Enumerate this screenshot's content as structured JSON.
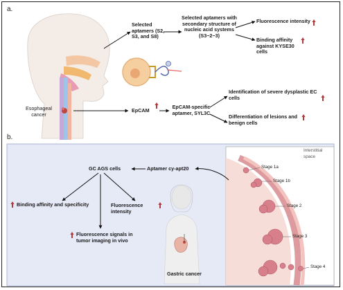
{
  "panel_a": {
    "label": "a.",
    "selected_aptamers": "Selected aptamers (S2, S3, and S8)",
    "secondary_structure": "Selected aptamers with secondary structure of nucleic acid systems (S3−2−3)",
    "fluorescence_intensity": "Fluorescence intensity",
    "binding_affinity": "Binding affinity against KYSE30 cells",
    "esophageal_cancer": "Esophageal cancer",
    "epcam": "EpCAM",
    "epcam_aptamer": "EpCAM-specific aptamer, SYL3C",
    "identification": "Identification of severe dysplastic EC cells",
    "differentiation": "Differentiation of lesions and benign cells"
  },
  "panel_b": {
    "label": "b.",
    "gc_ags_cells": "GC AGS cells",
    "aptamer_cy": "Aptamer cy-apt20",
    "binding_specificity": "Binding affinity and specificity",
    "fluorescence_intensity": "Fluorescence intensity",
    "fluorescence_signals": "Fluorescence signals in tumor imaging in vivo",
    "gastric_cancer": "Gastric cancer",
    "interstitial_space": "Interstitial space",
    "stages": [
      "Stage 1a",
      "Stage 1b",
      "Stage 2",
      "Stage 3",
      "Stage 4"
    ]
  },
  "colors": {
    "up_arrow": "#b23a3a",
    "panel_b_background": "#e6eaf7",
    "tissue": "#f0c4bf",
    "tumor": "#d87f8c"
  }
}
